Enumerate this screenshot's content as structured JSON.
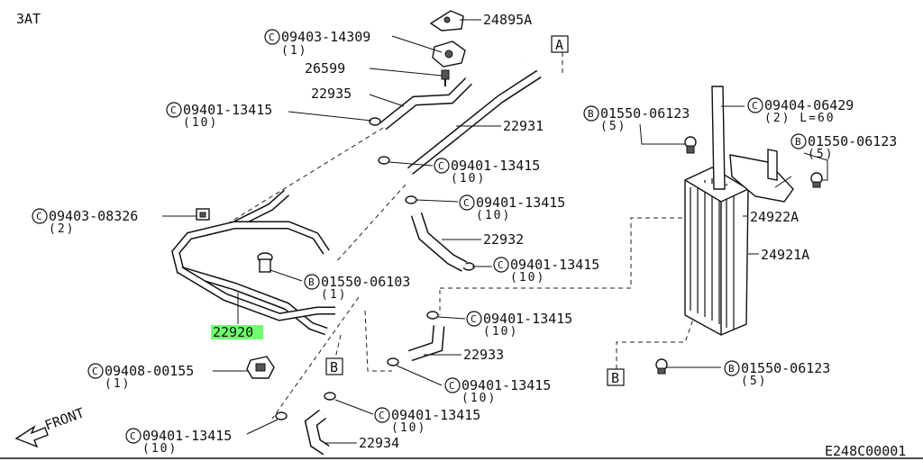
{
  "header": {
    "variant": "3AT",
    "diagram_code": "E248C00001"
  },
  "front_label": "FRONT",
  "refs": {
    "a": "A",
    "b": "B"
  },
  "callouts": [
    {
      "id": "c1",
      "prefix": "",
      "number": "24895A",
      "qty": ""
    },
    {
      "id": "c2",
      "prefix": "C",
      "number": "09403-14309",
      "qty": "(1)"
    },
    {
      "id": "c3",
      "prefix": "",
      "number": "26599",
      "qty": ""
    },
    {
      "id": "c4",
      "prefix": "",
      "number": "22935",
      "qty": ""
    },
    {
      "id": "c5",
      "prefix": "C",
      "number": "09401-13415",
      "qty": "(10)"
    },
    {
      "id": "c6",
      "prefix": "",
      "number": "22931",
      "qty": ""
    },
    {
      "id": "c7",
      "prefix": "C",
      "number": "09401-13415",
      "qty": "(10)"
    },
    {
      "id": "c8",
      "prefix": "C",
      "number": "09401-13415",
      "qty": "(10)"
    },
    {
      "id": "c9",
      "prefix": "C",
      "number": "09403-08326",
      "qty": "(2)"
    },
    {
      "id": "c10",
      "prefix": "",
      "number": "22932",
      "qty": ""
    },
    {
      "id": "c11",
      "prefix": "C",
      "number": "09401-13415",
      "qty": "(10)"
    },
    {
      "id": "c12",
      "prefix": "B",
      "number": "01550-06103",
      "qty": "(1)"
    },
    {
      "id": "c13",
      "prefix": "",
      "number": "22920",
      "qty": "",
      "highlight": true
    },
    {
      "id": "c14",
      "prefix": "C",
      "number": "09401-13415",
      "qty": "(10)"
    },
    {
      "id": "c15",
      "prefix": "",
      "number": "22933",
      "qty": ""
    },
    {
      "id": "c16",
      "prefix": "C",
      "number": "09408-00155",
      "qty": "(1)"
    },
    {
      "id": "c17",
      "prefix": "C",
      "number": "09401-13415",
      "qty": "(10)"
    },
    {
      "id": "c18",
      "prefix": "C",
      "number": "09401-13415",
      "qty": "(10)"
    },
    {
      "id": "c19",
      "prefix": "C",
      "number": "09401-13415",
      "qty": "(10)"
    },
    {
      "id": "c20",
      "prefix": "",
      "number": "22934",
      "qty": ""
    },
    {
      "id": "c21",
      "prefix": "B",
      "number": "01550-06123",
      "qty": "(5)"
    },
    {
      "id": "c22",
      "prefix": "C",
      "number": "09404-06429",
      "qty": "(2) L=60"
    },
    {
      "id": "c23",
      "prefix": "B",
      "number": "01550-06123",
      "qty": "(5)"
    },
    {
      "id": "c24",
      "prefix": "",
      "number": "24922A",
      "qty": ""
    },
    {
      "id": "c25",
      "prefix": "",
      "number": "24921A",
      "qty": ""
    },
    {
      "id": "c26",
      "prefix": "B",
      "number": "01550-06123",
      "qty": "(5)"
    }
  ],
  "colors": {
    "highlight": "#6fff6f",
    "line": "#111111"
  }
}
